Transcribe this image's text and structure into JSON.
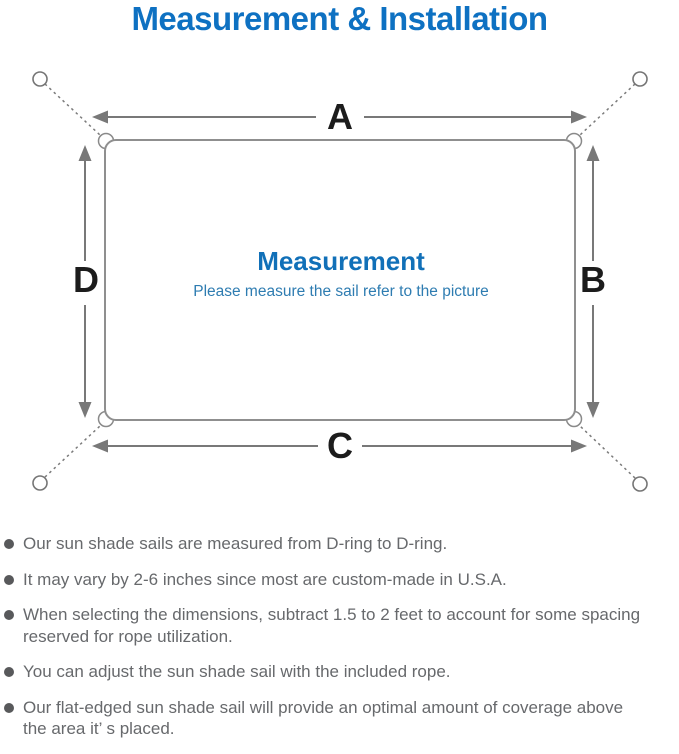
{
  "header": {
    "title": "Measurement & Installation"
  },
  "diagram": {
    "labels": {
      "a": "A",
      "b": "B",
      "c": "C",
      "d": "D"
    },
    "center_title": "Measurement",
    "center_subtitle": "Please measure the sail refer to the picture"
  },
  "notes": {
    "items": [
      "Our sun shade sails are measured from D-ring to D-ring.",
      "It may vary by 2-6 inches since most are custom-made in U.S.A.",
      "When selecting the dimensions, subtract 1.5 to 2 feet to account for some spacing\nreserved for rope utilization.",
      "You can adjust the sun shade sail with the included rope.",
      "Our flat-edged sun shade sail will provide an optimal amount of coverage above\nthe area it’ s placed."
    ]
  },
  "colors": {
    "heading_blue": "#0e71c2",
    "diagram_title_blue": "#1170b8",
    "diagram_subtitle_blue": "#2e7cb1",
    "dimension_label_black": "#1c1c1c",
    "line_gray": "#787878",
    "sail_border_gray": "#8f8f8f",
    "note_text_gray": "#67696c"
  }
}
